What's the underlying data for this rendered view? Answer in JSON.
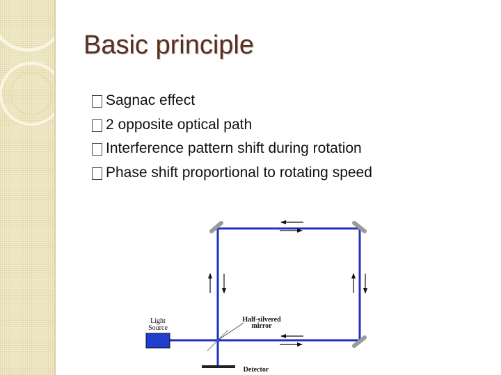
{
  "slide": {
    "title": "Basic principle",
    "bullets": [
      "Sagnac effect",
      "2 opposite optical path",
      "Interference pattern shift during rotation",
      "Phase shift proportional to rotating speed"
    ]
  },
  "diagram": {
    "labels": {
      "light_source_line1": "Light",
      "light_source_line2": "Source",
      "mirror_line1": "Half-silvered",
      "mirror_line2": "mirror",
      "detector": "Detector"
    },
    "colors": {
      "beam": "#1f2fbf",
      "source": "#1f3fcf",
      "mirror": "#9a9a9a",
      "arrow": "#111111"
    }
  },
  "colors": {
    "title": "#5a2f1f",
    "sidebar": "#f1ebc9"
  }
}
